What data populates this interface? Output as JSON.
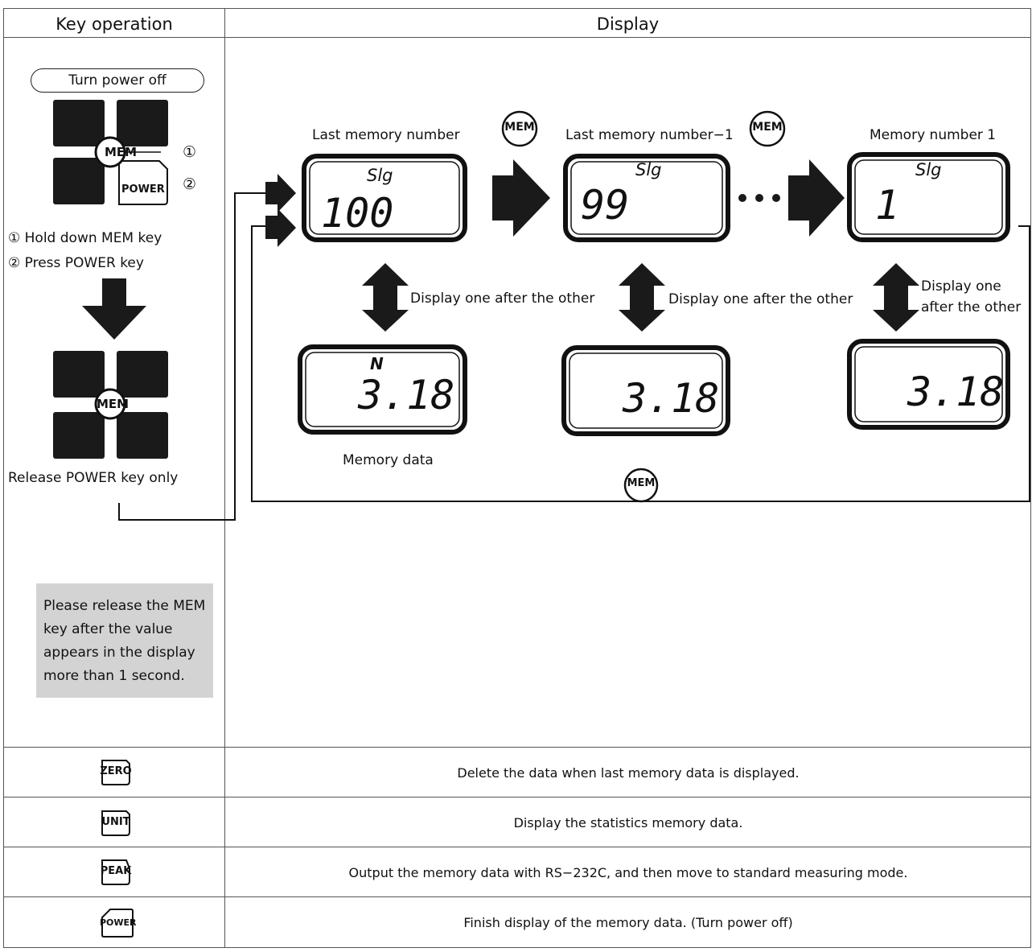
{
  "header": {
    "col1": "Key operation",
    "col2": "Display"
  },
  "left": {
    "turn_off_label": "Turn power off",
    "key_mem": "MEM",
    "key_power": "POWER",
    "marker_1": "①",
    "marker_2": "②",
    "step_1": "① Hold down MEM key",
    "step_2": "② Press POWER key",
    "release_label": "Release POWER key only",
    "note": "Please release the MEM key after the value appears in the display more than 1 second."
  },
  "display": {
    "label_last": "Last memory number",
    "label_last_minus1": "Last memory number−1",
    "label_first": "Memory number 1",
    "key_mem": "MEM",
    "lcd_unit": "Slg",
    "lcd_top_values": [
      "100",
      "99",
      "1"
    ],
    "lcd_n_unit": "N",
    "lcd_bottom_values": [
      "3.18",
      "3.18",
      "3.18"
    ],
    "alternate_label": "Display one after the other",
    "alternate_label_short": [
      "Display one",
      "after the other"
    ],
    "memory_data_label": "Memory data"
  },
  "rows": [
    {
      "key": "ZERO",
      "text": "Delete the data when last memory data is displayed."
    },
    {
      "key": "UNIT",
      "text": "Display the statistics memory data."
    },
    {
      "key": "PEAK",
      "text": "Output the memory data with RS−232C, and then move to standard measuring mode."
    },
    {
      "key": "POWER",
      "text": "Finish display of the memory data. (Turn power off)"
    }
  ],
  "colors": {
    "border": "#555555",
    "key_fill": "#1a1a1a",
    "note_bg": "#d3d3d3"
  }
}
